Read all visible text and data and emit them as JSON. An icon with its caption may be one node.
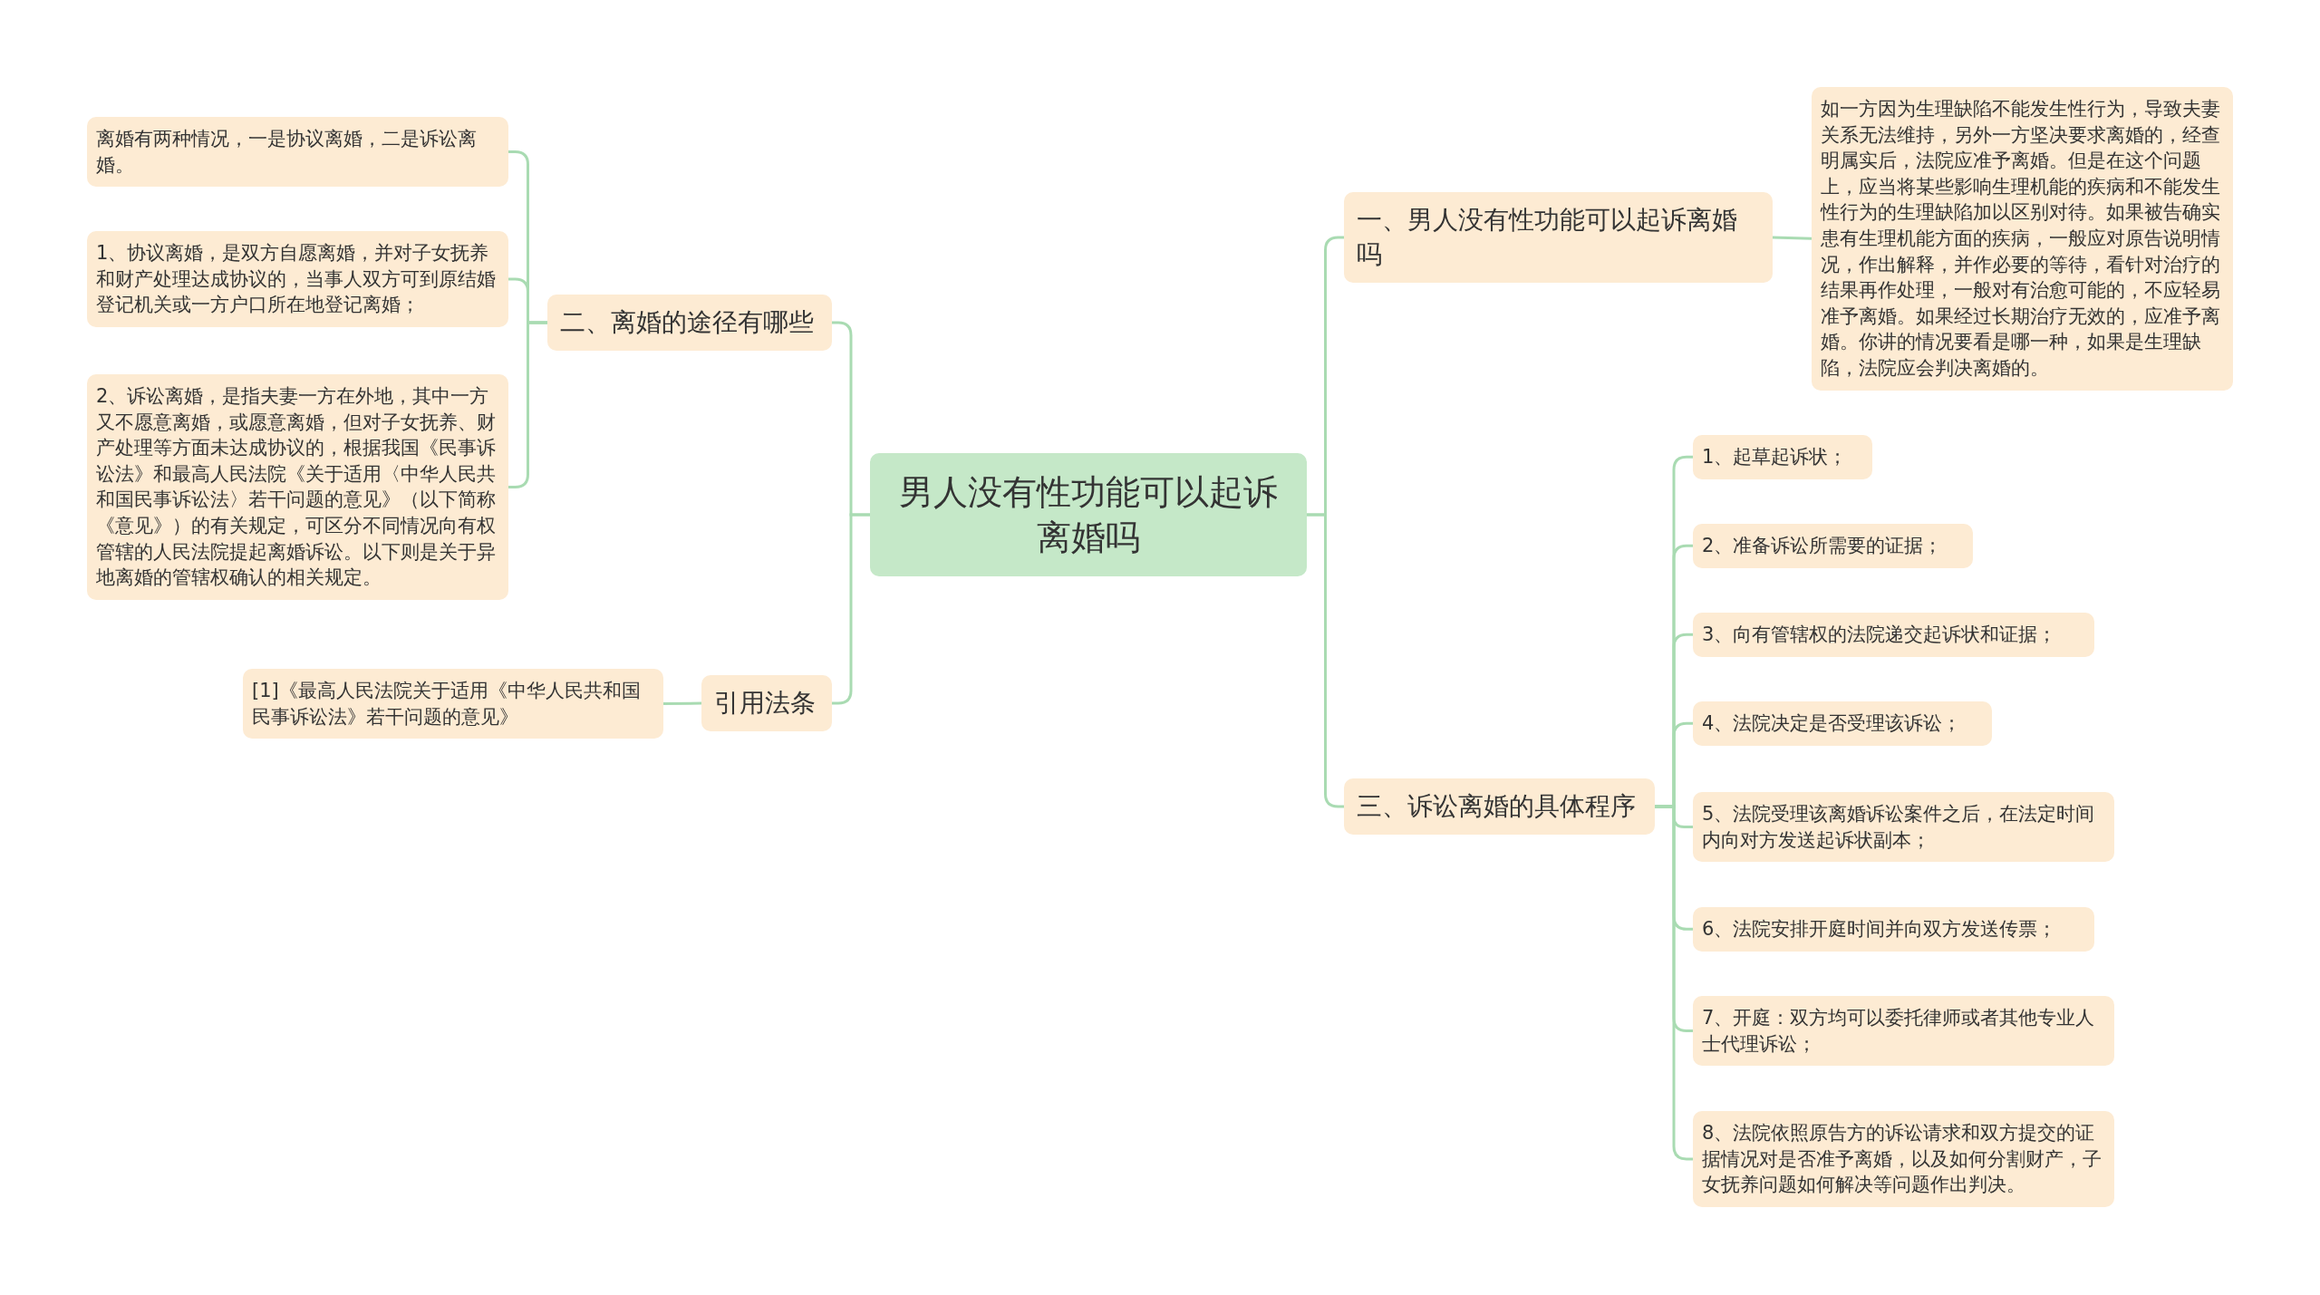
{
  "diagram": {
    "nodes": [
      {
        "text": [
          "男人没有性功能可以起诉离婚吗"
        ]
      },
      {
        "text": [
          "二、离婚的途径有哪些"
        ]
      },
      {
        "text": [
          "离婚有两种情况，一是协议离婚，二是诉讼离婚。"
        ]
      },
      {
        "text": [
          " 1、协议离婚，是双方自愿离婚，并对子女抚养和财产处理达成协议的，当事人双方可到原结婚登记机关或一方户口所在地登记离婚；"
        ]
      },
      {
        "text": [
          " 2、诉讼离婚，是指夫妻一方在外地，其中一方又不愿意离婚，或愿意离婚，但对子女抚养、财产处理等方面未达成协议的，根据我国《民事诉讼法》和最高人民法院《关于适用〈中华人民共和国民事诉讼法〉若干问题的意见》（以下简称《意见》）的有关规定，可区分不同情况向有权管辖的人民法院提起离婚诉讼。以下则是关于异地离婚的管辖权确认的相关规定。"
        ]
      },
      {
        "text": [
          "引用法条"
        ]
      },
      {
        "text": [
          "[1]《最高人民法院关于适用《中华人民共和国民事诉讼法》若干问题的意见》"
        ]
      },
      {
        "text": [
          "一、男人没有性功能可以起诉离婚吗"
        ]
      },
      {
        "text": [
          "如一方因为生理缺陷不能发生性行为，导致夫妻关系无法维持，另外一方坚决要求离婚的，经查明属实后，法院应准予离婚。但是在这个问题上，应当将某些影响生理机能的疾病和不能发生性行为的生理缺陷加以区别对待。如果被告确实患有生理机能方面的疾病，一般应对原告说明情况，作出解释，并作必要的等待，看针对治疗的结果再作处理，一般对有治愈可能的，不应轻易准予离婚。如果经过长期治疗无效的，应准予离婚。你讲的情况要看是哪一种，如果是生理缺陷，法院应会判决离婚的。"
        ]
      },
      {
        "text": [
          "三、诉讼离婚的具体程序"
        ]
      },
      {
        "text": [
          "1、起草起诉状；"
        ]
      },
      {
        "text": [
          "2、准备诉讼所需要的证据；"
        ]
      },
      {
        "text": [
          "3、向有管辖权的法院递交起诉状和证据；"
        ]
      },
      {
        "text": [
          "4、法院决定是否受理该诉讼；"
        ]
      },
      {
        "text": [
          "5、法院受理该离婚诉讼案件之后，在法定时间内向对方发送起诉状副本；"
        ]
      },
      {
        "text": [
          " 6、法院安排开庭时间并向双方发送传票；"
        ]
      },
      {
        "text": [
          " 7、开庭：双方均可以委托律师或者其他专业人士代理诉讼；"
        ]
      },
      {
        "text": [
          " 8、法院依照原告方的诉讼请求和双方提交的证据情况对是否准予离婚，以及如何分割财产，子女抚养问题如何解决等问题作出判决。"
        ]
      }
    ],
    "edges": [
      {
        "from": 0,
        "to": 1,
        "arrow": "none"
      },
      {
        "from": 1,
        "to": 2,
        "arrow": "none"
      },
      {
        "from": 1,
        "to": 3,
        "arrow": "none"
      },
      {
        "from": 1,
        "to": 4,
        "arrow": "none"
      },
      {
        "from": 0,
        "to": 5,
        "arrow": "none"
      },
      {
        "from": 5,
        "to": 6,
        "arrow": "none"
      },
      {
        "from": 0,
        "to": 7,
        "arrow": "none"
      },
      {
        "from": 7,
        "to": 8,
        "arrow": "none"
      },
      {
        "from": 0,
        "to": 9,
        "arrow": "none"
      },
      {
        "from": 9,
        "to": 10,
        "arrow": "none"
      },
      {
        "from": 9,
        "to": 11,
        "arrow": "none"
      },
      {
        "from": 9,
        "to": 12,
        "arrow": "none"
      },
      {
        "from": 9,
        "to": 13,
        "arrow": "none"
      },
      {
        "from": 9,
        "to": 14,
        "arrow": "none"
      },
      {
        "from": 9,
        "to": 15,
        "arrow": "none"
      },
      {
        "from": 9,
        "to": 16,
        "arrow": "none"
      },
      {
        "from": 9,
        "to": 17,
        "arrow": "none"
      }
    ]
  }
}
